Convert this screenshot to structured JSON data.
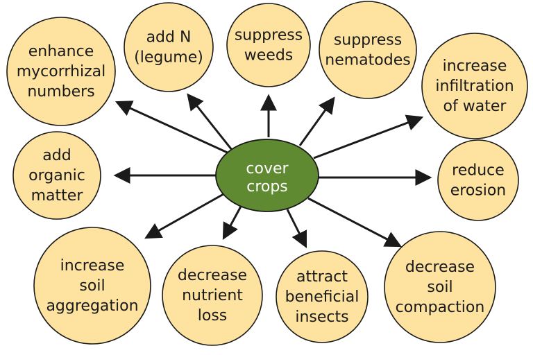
{
  "center": {
    "lines": [
      "cover",
      "crops"
    ],
    "fill": "#5f8a32"
  },
  "node_fill": "#fde2a0",
  "benefits": [
    {
      "id": "enhance-mycorrhizal",
      "lines": [
        "enhance",
        "mycorrhizal",
        "numbers"
      ]
    },
    {
      "id": "add-n-legume",
      "lines": [
        "add N",
        "(legume)"
      ]
    },
    {
      "id": "suppress-weeds",
      "lines": [
        "suppress",
        "weeds"
      ]
    },
    {
      "id": "suppress-nematodes",
      "lines": [
        "suppress",
        "nematodes"
      ]
    },
    {
      "id": "increase-infiltration",
      "lines": [
        "increase",
        "infiltration",
        "of water"
      ]
    },
    {
      "id": "add-organic-matter",
      "lines": [
        "add",
        "organic",
        "matter"
      ]
    },
    {
      "id": "reduce-erosion",
      "lines": [
        "reduce",
        "erosion"
      ]
    },
    {
      "id": "increase-soil-aggregation",
      "lines": [
        "increase",
        "soil",
        "aggregation"
      ]
    },
    {
      "id": "decrease-nutrient-loss",
      "lines": [
        "decrease",
        "nutrient",
        "loss"
      ]
    },
    {
      "id": "attract-beneficial-insects",
      "lines": [
        "attract",
        "beneficial",
        "insects"
      ]
    },
    {
      "id": "decrease-soil-compaction",
      "lines": [
        "decrease",
        "soil",
        "compaction"
      ]
    }
  ]
}
